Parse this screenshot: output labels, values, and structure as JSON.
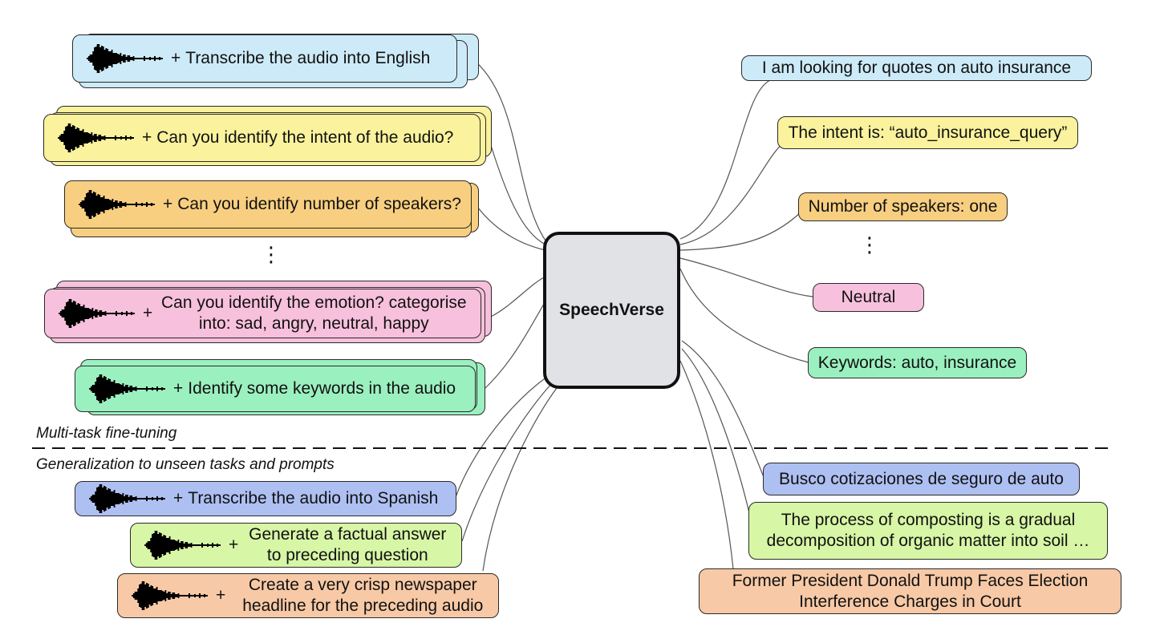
{
  "center_label": "SpeechVerse",
  "colors": {
    "blue": "#cdeaf8",
    "yellow": "#faf29c",
    "orange": "#f8cf80",
    "pink": "#f7c0dc",
    "green": "#9bf0c0",
    "periwinkle": "#aebff2",
    "lime": "#d7f6a6",
    "salmon": "#f7c9a6",
    "center": "#e1e2e6"
  },
  "sections": {
    "top": "Multi-task fine-tuning",
    "bottom": "Generalization to unseen tasks and prompts"
  },
  "ellipsis": "⋮",
  "plus": "+",
  "prompts": [
    {
      "text": "Transcribe the audio into English"
    },
    {
      "text": "Can you identify the intent of the audio?"
    },
    {
      "text": "Can you identify number of speakers?"
    },
    {
      "text": "Can you identify the emotion? categorise into: sad, angry, neutral, happy"
    },
    {
      "text": "Identify some keywords in the audio"
    },
    {
      "text": "Transcribe the audio into Spanish"
    },
    {
      "text": "Generate a factual answer to preceding question"
    },
    {
      "text": "Create a very crisp newspaper headline for the preceding audio"
    }
  ],
  "responses": [
    {
      "text": "I am looking for quotes on auto insurance"
    },
    {
      "text": "The intent is: “auto_insurance_query”"
    },
    {
      "text": "Number of speakers: one"
    },
    {
      "text": "Neutral"
    },
    {
      "text": "Keywords: auto, insurance"
    },
    {
      "text": "Busco cotizaciones de seguro de auto"
    },
    {
      "text": "The process of composting is a gradual decomposition of organic matter into soil …"
    },
    {
      "text": "Former President Donald Trump Faces Election Interference Charges in Court"
    }
  ]
}
